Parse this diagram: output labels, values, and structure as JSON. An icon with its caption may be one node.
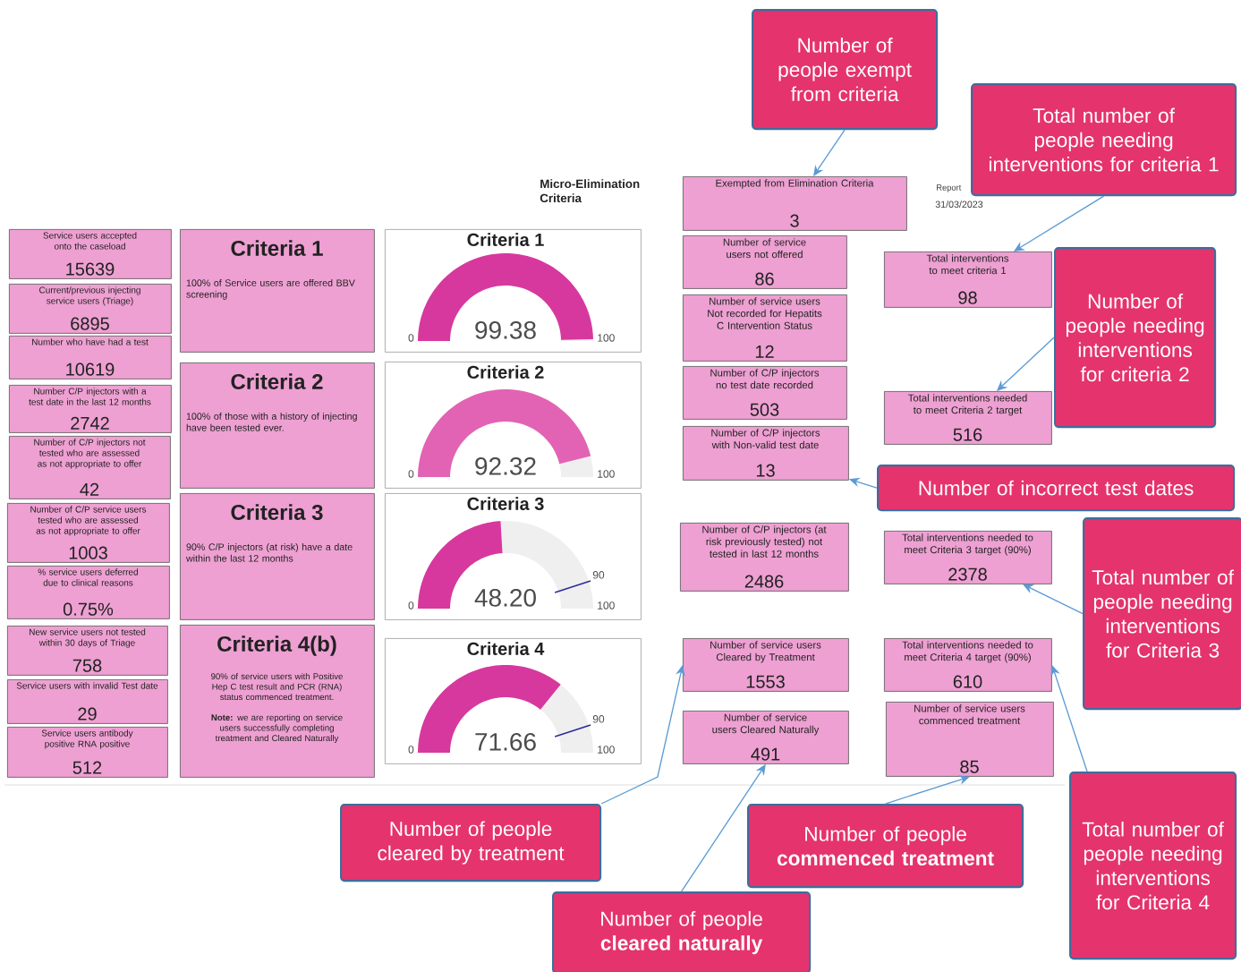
{
  "diagram": {
    "title": "Micro-Elimination Criteria",
    "nodes": [
      {
        "text": [
          "Number of people exempt from criteria"
        ]
      },
      {
        "text": [
          "Total number of people needing interventions for criteria 1"
        ]
      },
      {
        "text": [
          "Service users accepted onto the caseload",
          "15639"
        ]
      },
      {
        "text": [
          "Current/previous injecting service users (Triage)",
          "6895"
        ]
      },
      {
        "text": [
          "Number who have had a test",
          "10619"
        ]
      },
      {
        "text": [
          "Number C/P injectors with a test date in the last 12 months",
          "2742"
        ]
      },
      {
        "text": [
          "Number of C/P injectors not tested who are assessed as not appropriate to offer",
          "42"
        ]
      },
      {
        "text": [
          "Number of C/P service users tested who are assessed as not appropriate to offer",
          "1003"
        ]
      },
      {
        "text": [
          "% service users deferred due to clinical reasons",
          "0.75%"
        ]
      },
      {
        "text": [
          "New service users not tested within 30 days of Triage",
          "758"
        ]
      },
      {
        "text": [
          "Service users with invalid Test date",
          "29"
        ]
      },
      {
        "text": [
          "Service users antibody positive RNA positive",
          "512"
        ]
      },
      {
        "text": [
          "Criteria 1",
          "100% of Service users are offered BBV screening"
        ]
      },
      {
        "text": [
          "Criteria 2",
          "100% of those with a history of injecting have been  tested ever."
        ]
      },
      {
        "text": [
          "Criteria 3",
          "90% C/P injectors (at risk) have a date within the last 12 months"
        ]
      },
      {
        "text": [
          "Criteria 4(b)",
          "90% of service users with Positive Hep C test result and PCR (RNA) status commenced treatment.",
          "**Note:** we are reporting on service users successfully completing treatment and Cleared Naturally"
        ]
      },
      {
        "text": [
          "Criteria 1",
          "0",
          "99.38",
          "100"
        ]
      },
      {
        "text": [
          "Criteria 2",
          "0",
          "92.32",
          "100"
        ]
      },
      {
        "text": [
          "Criteria 3",
          "0",
          "48.20",
          "90",
          "100"
        ]
      },
      {
        "text": [
          "Criteria 4",
          "0",
          "71.66",
          "90",
          "100"
        ]
      },
      {
        "text": [
          "Exempted from Elimination Criteria",
          "3"
        ]
      },
      {
        "text": [
          "Number of service users not offered",
          "86"
        ]
      },
      {
        "text": [
          "Number of service users Not recorded for Hepatits C Intervention Status",
          "12"
        ]
      },
      {
        "text": [
          "Number of C/P injectors no test date recorded",
          "503"
        ]
      },
      {
        "text": [
          "Number of C/P injectors with Non-valid test date",
          "13"
        ]
      },
      {
        "text": [
          "Number of C/P injectors (at risk previously tested) not tested in last 12 months",
          "2486"
        ]
      },
      {
        "text": [
          "Number of service users Cleared by Treatment",
          "1553"
        ]
      },
      {
        "text": [
          "Number of service users Cleared Naturally",
          "491"
        ]
      },
      {
        "text": [
          "Total interventions to meet criteria 1",
          "98"
        ]
      },
      {
        "text": [
          "Total interventions needed to meet Criteria 2 target",
          "516"
        ]
      },
      {
        "text": [
          "Total interventions needed to meet Criteria 3 target (90%)",
          "2378"
        ]
      },
      {
        "text": [
          "Total interventions needed to meet Criteria 4 target (90%)",
          "610"
        ]
      },
      {
        "text": [
          "Number of service users commenced treatment",
          "85"
        ]
      },
      {
        "text": [
          "Number of people needing interventions for criteria 2"
        ]
      },
      {
        "text": [
          "Number of incorrect test dates"
        ]
      },
      {
        "text": [
          "Total number of people needing interventions for Criteria 3"
        ]
      },
      {
        "text": [
          "Number of people cleared by treatment"
        ]
      },
      {
        "text": [
          "Number of people **commenced treatment**"
        ]
      },
      {
        "text": [
          "Number of people **cleared naturally**"
        ]
      },
      {
        "text": [
          "Total number of people needing interventions for Criteria 4"
        ]
      }
    ],
    "edges": [
      {
        "from": 0,
        "to": 20,
        "arrow": "to"
      },
      {
        "from": 1,
        "to": 28,
        "arrow": "to"
      },
      {
        "from": 33,
        "to": 29,
        "arrow": "to"
      },
      {
        "from": 34,
        "to": 24,
        "arrow": "to"
      },
      {
        "from": 35,
        "to": 30,
        "arrow": "to"
      },
      {
        "from": 39,
        "to": 31,
        "arrow": "to"
      },
      {
        "from": 36,
        "to": 26,
        "arrow": "to"
      },
      {
        "from": 37,
        "to": 32,
        "arrow": "to"
      },
      {
        "from": 38,
        "to": 27,
        "arrow": "to"
      }
    ],
    "labels": [
      "Report",
      "31/03/2023"
    ]
  }
}
